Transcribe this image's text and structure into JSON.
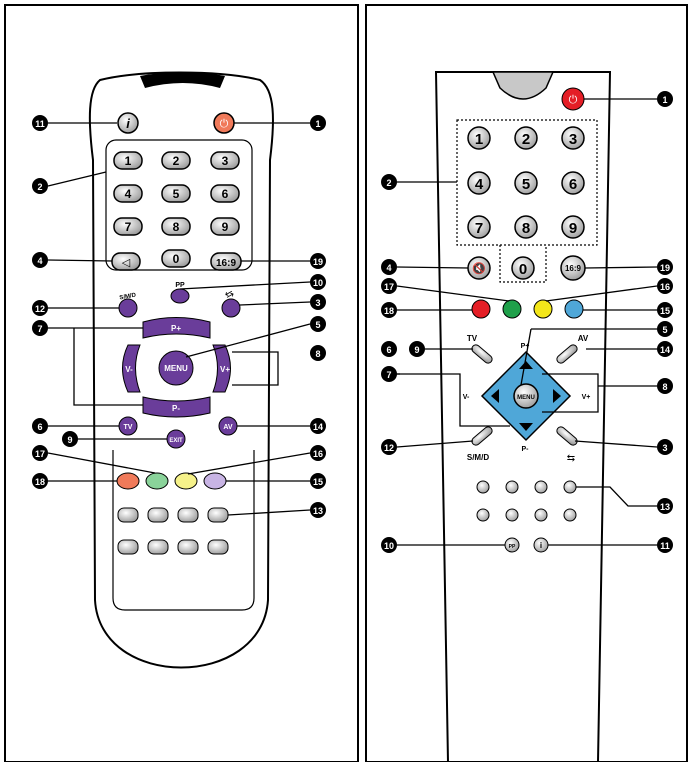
{
  "remote_a": {
    "buttons": {
      "info": "i",
      "digits": [
        "1",
        "2",
        "3",
        "4",
        "5",
        "6",
        "7",
        "8",
        "9",
        "0"
      ],
      "aspect": "16:9",
      "pp": "PP",
      "smd": "S/M/D",
      "p_plus": "P+",
      "p_minus": "P-",
      "v_minus": "V-",
      "v_plus": "V+",
      "menu": "MENU",
      "tv": "TV",
      "exit": "EXIT",
      "av": "AV"
    },
    "callouts": [
      "11",
      "1",
      "2",
      "4",
      "19",
      "10",
      "12",
      "3",
      "7",
      "5",
      "8",
      "6",
      "14",
      "9",
      "17",
      "16",
      "18",
      "15",
      "13"
    ]
  },
  "remote_b": {
    "buttons": {
      "digits": [
        "1",
        "2",
        "3",
        "4",
        "5",
        "6",
        "7",
        "8",
        "9",
        "0"
      ],
      "aspect": "16:9",
      "tv": "TV",
      "av": "AV",
      "p_plus": "P+",
      "p_minus": "P-",
      "v_minus": "V-",
      "v_plus": "V+",
      "menu": "MENU",
      "smd": "S/M/D",
      "pp": "PP",
      "info": "i"
    },
    "callouts": [
      "1",
      "2",
      "4",
      "19",
      "17",
      "16",
      "18",
      "15",
      "5",
      "6",
      "9",
      "14",
      "7",
      "8",
      "12",
      "3",
      "13",
      "10",
      "11"
    ]
  },
  "colors": {
    "purple": "#6a3d9a",
    "light_blue": "#4fa7d8",
    "red": "#e41e26",
    "green": "#1fa04a",
    "yellow": "#f3e61a",
    "orange_power": "#f07a5a"
  }
}
